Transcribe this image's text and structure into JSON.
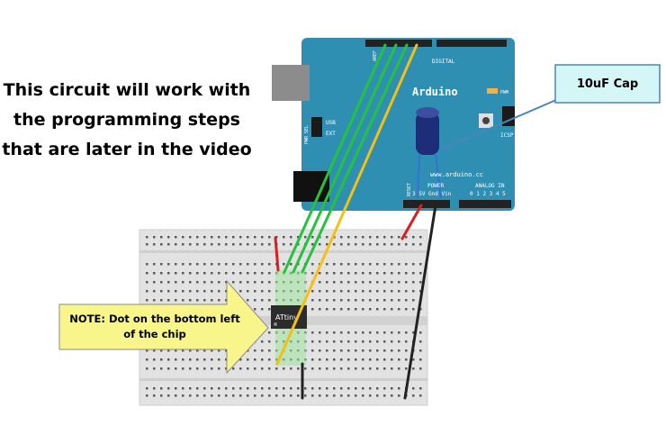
{
  "caption": {
    "line1": "This circuit will work with",
    "line2": "the programming steps",
    "line3": "that are later in the video"
  },
  "callouts": {
    "capacitor": "10uF Cap",
    "note_line1": "NOTE: Dot on the bottom left",
    "note_line2": "of the chip"
  },
  "board": {
    "brand": "Arduino",
    "url": "www.arduino.cc",
    "digital_label": "DIGITAL",
    "power_label": "POWER",
    "analog_label": "ANALOG IN",
    "usb_label": "USB",
    "ext_label": "EXT",
    "pwr_sel_label": "PWR SEL",
    "icsp_label": "ICSP",
    "aref_label": "AREF",
    "pwm_label": "PWM",
    "reset_label": "RESET",
    "power_pins": "3 5V Gnd Vin",
    "analog_pins": "0 1 2 3 4 5"
  },
  "chip": {
    "label": "ATtiny"
  },
  "colors": {
    "board": "#2f8fb3",
    "caption_box": "#d4f6f7",
    "note_arrow": "#f8f58a",
    "wire_green": "#25c33c",
    "wire_yellow": "#f3c112",
    "wire_red": "#d81e1e",
    "wire_black": "#222222",
    "breadboard": "#e3e3e3"
  }
}
